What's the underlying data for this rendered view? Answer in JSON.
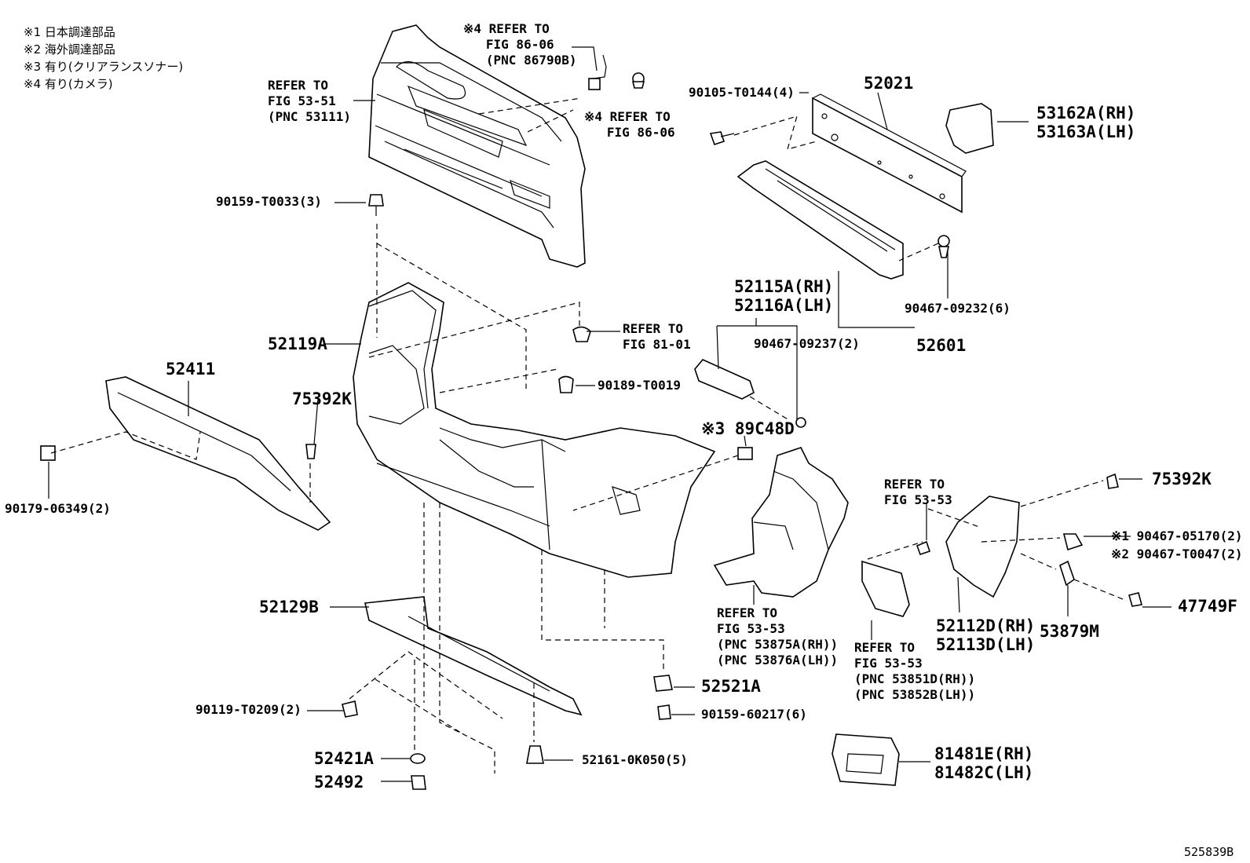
{
  "notes": [
    "※1 日本調達部品",
    "※2 海外調達部品",
    "※3 有り(クリアランスソナー)",
    "※4 有り(カメラ)"
  ],
  "labels": {
    "ref_53_51": "REFER TO\nFIG 53-51\n(PNC 53111)",
    "ref_86_06_top": "※4 REFER TO\n   FIG 86-06\n   (PNC 86790B)",
    "ref_86_06_mid": "※4 REFER TO\n   FIG 86-06",
    "p90105": "90105-T0144(4)",
    "p52021": "52021",
    "p53162": "53162A(RH)\n53163A(LH)",
    "p90159_t0033": "90159-T0033(3)",
    "p90467_09232": "90467-09232(6)",
    "p52115": "52115A(RH)\n52116A(LH)",
    "p52601": "52601",
    "p90467_09237": "90467-09237(2)",
    "p52119": "52119A",
    "ref_81_01": "REFER TO\nFIG 81-01",
    "p90189": "90189-T0019",
    "p52411": "52411",
    "p75392_left": "75392K",
    "p89c48": "※3 89C48D",
    "p90179": "90179-06349(2)",
    "ref_53_53_right": "REFER TO\nFIG 53-53",
    "p75392_right": "75392K",
    "p90467_05170": "※1 90467-05170(2)",
    "p90467_t0047": "※2 90467-T0047(2)",
    "p47749": "47749F",
    "p52129": "52129B",
    "ref_53_53_lower": "REFER TO\nFIG 53-53\n(PNC 53875A(RH))\n(PNC 53876A(LH))",
    "ref_53_53_flap": "REFER TO\nFIG 53-53\n(PNC 53851D(RH))\n(PNC 53852B(LH))",
    "p52112": "52112D(RH)\n52113D(LH)",
    "p53879": "53879M",
    "p90119": "90119-T0209(2)",
    "p52521": "52521A",
    "p90159_60217": "90159-60217(6)",
    "p52421": "52421A",
    "p52161": "52161-0K050(5)",
    "p52492": "52492",
    "p81481": "81481E(RH)\n81482C(LH)",
    "figure_id": "525839B"
  }
}
